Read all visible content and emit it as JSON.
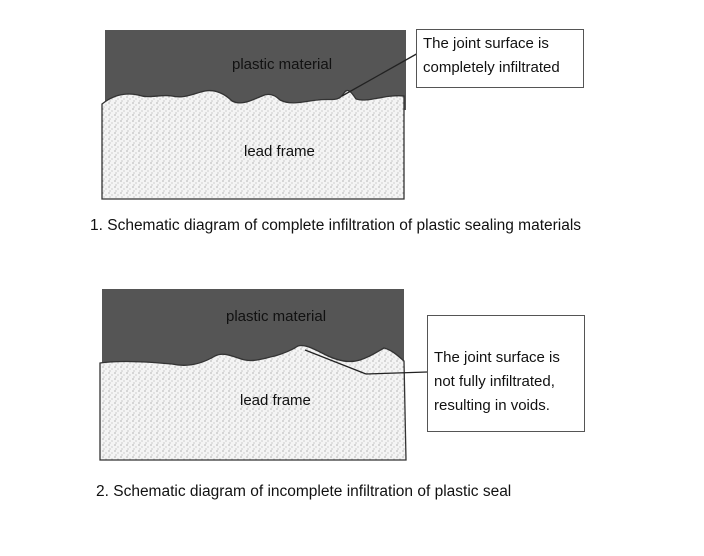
{
  "diagram1": {
    "plastic_label": "plastic material",
    "frame_label": "lead frame",
    "callout_lines": [
      "The joint surface is",
      "completely infiltrated"
    ],
    "caption": "1.  Schematic diagram of complete infiltration of plastic sealing materials"
  },
  "diagram2": {
    "plastic_label": "plastic material",
    "frame_label": "lead frame",
    "callout_lines": [
      "The joint surface is",
      "not fully infiltrated,",
      "resulting in voids."
    ],
    "caption": "2.  Schematic diagram of incomplete infiltration of plastic seal"
  },
  "colors": {
    "plastic": "#555555",
    "frame_fill": "#f4f4f4",
    "stipple": "#8a8a8a",
    "outline": "#333333"
  }
}
